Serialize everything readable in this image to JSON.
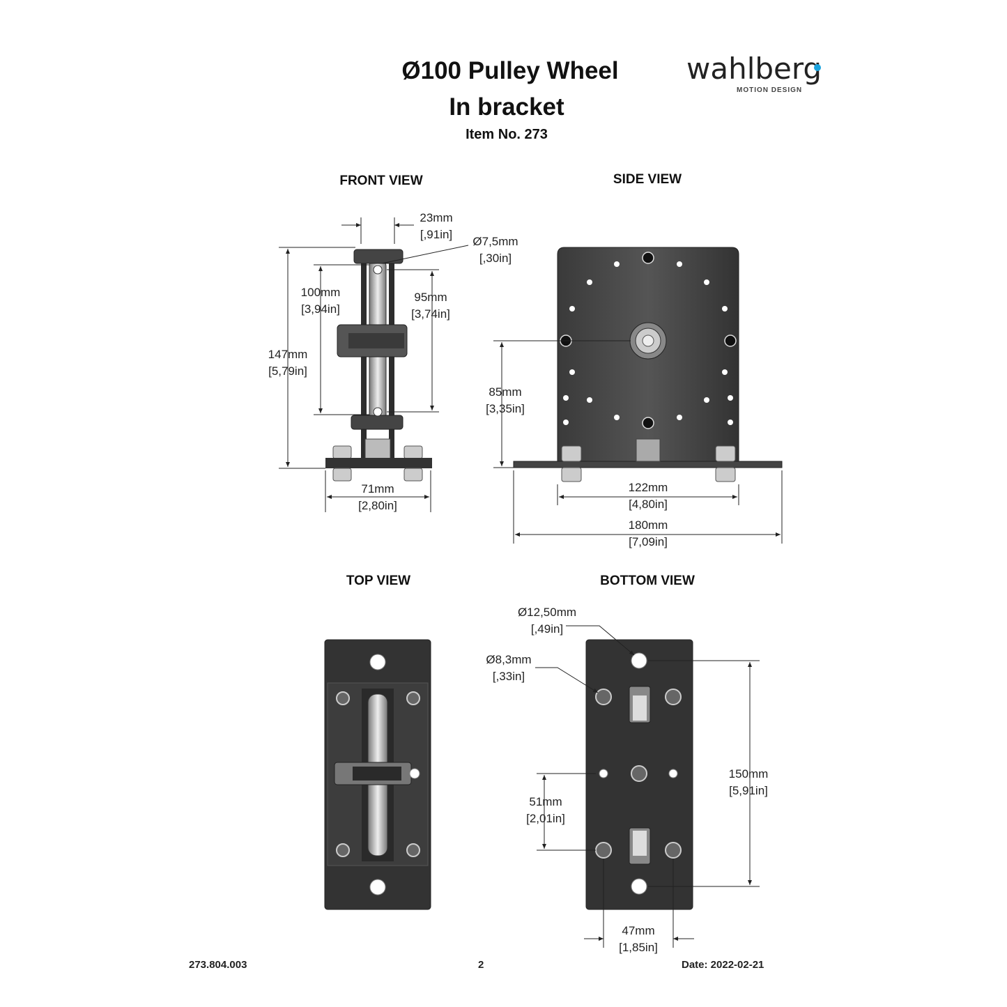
{
  "header": {
    "title": "Ø100 Pulley Wheel",
    "subtitle": "In bracket",
    "item_no": "Item No. 273",
    "logo_word": "wahlberg",
    "logo_tagline": "MOTION DESIGN",
    "accent_color": "#1aa3de"
  },
  "views": {
    "front": "FRONT VIEW",
    "side": "SIDE VIEW",
    "top": "TOP VIEW",
    "bottom": "BOTTOM VIEW"
  },
  "dims": {
    "front": [
      {
        "mm": "23mm",
        "in": "[,91in]"
      },
      {
        "mm": "Ø7,5mm",
        "in": "[,30in]"
      },
      {
        "mm": "100mm",
        "in": "[3,94in]"
      },
      {
        "mm": "95mm",
        "in": "[3,74in]"
      },
      {
        "mm": "147mm",
        "in": "[5,79in]"
      },
      {
        "mm": "71mm",
        "in": "[2,80in]"
      }
    ],
    "side": [
      {
        "mm": "85mm",
        "in": "[3,35in]"
      },
      {
        "mm": "122mm",
        "in": "[4,80in]"
      },
      {
        "mm": "180mm",
        "in": "[7,09in]"
      }
    ],
    "bottom": [
      {
        "mm": "Ø12,50mm",
        "in": "[,49in]"
      },
      {
        "mm": "Ø8,3mm",
        "in": "[,33in]"
      },
      {
        "mm": "51mm",
        "in": "[2,01in]"
      },
      {
        "mm": "150mm",
        "in": "[5,91in]"
      },
      {
        "mm": "47mm",
        "in": "[1,85in]"
      }
    ]
  },
  "footer": {
    "doc_no": "273.804.003",
    "page": "2",
    "date": "Date: 2022-02-21"
  }
}
